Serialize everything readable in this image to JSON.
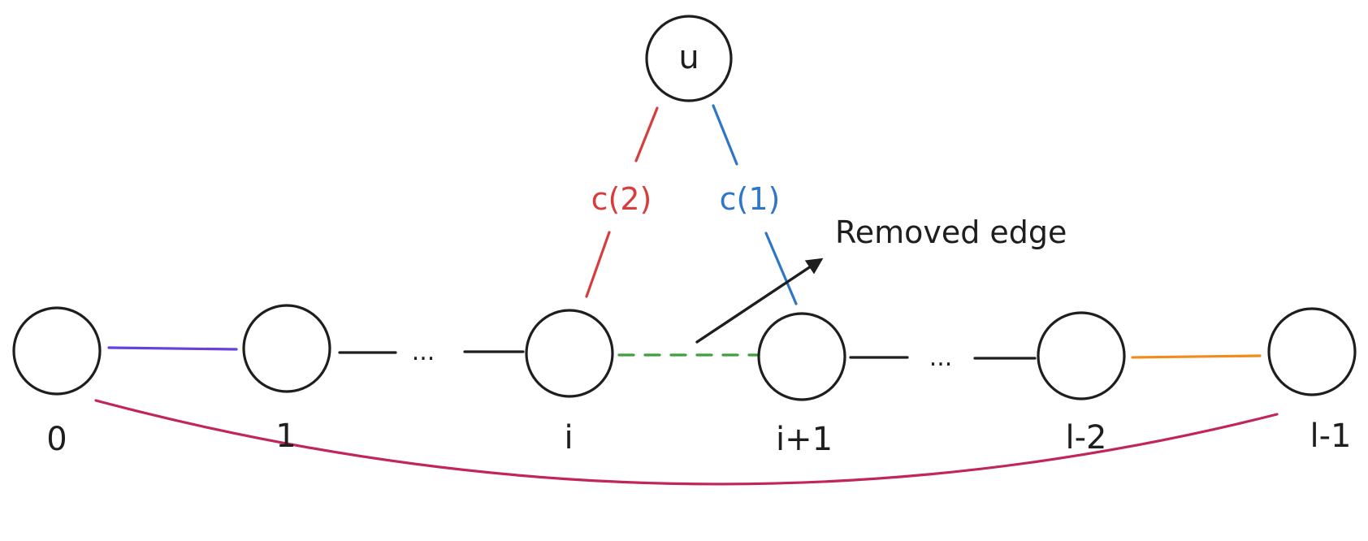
{
  "diagram": {
    "nodes": {
      "u": "u",
      "n0": "0",
      "n1": "1",
      "ni": "i",
      "ni1": "i+1",
      "nl2": "l-2",
      "nl1": "l-1"
    },
    "edge_labels": {
      "c2": "c(2)",
      "c1": "c(1)"
    },
    "ellipsis": "...",
    "annotation": "Removed edge",
    "colors": {
      "node_stroke": "#1e1e1e",
      "edge_0_1": "#6741d9",
      "edge_u_i": "#d63e3e",
      "edge_u_i1": "#2f76c9",
      "removed_edge": "#3fa03f",
      "edge_l2_l1": "#f08c1a",
      "cycle_edge": "#c2255c",
      "arrow": "#1e1e1e"
    }
  }
}
